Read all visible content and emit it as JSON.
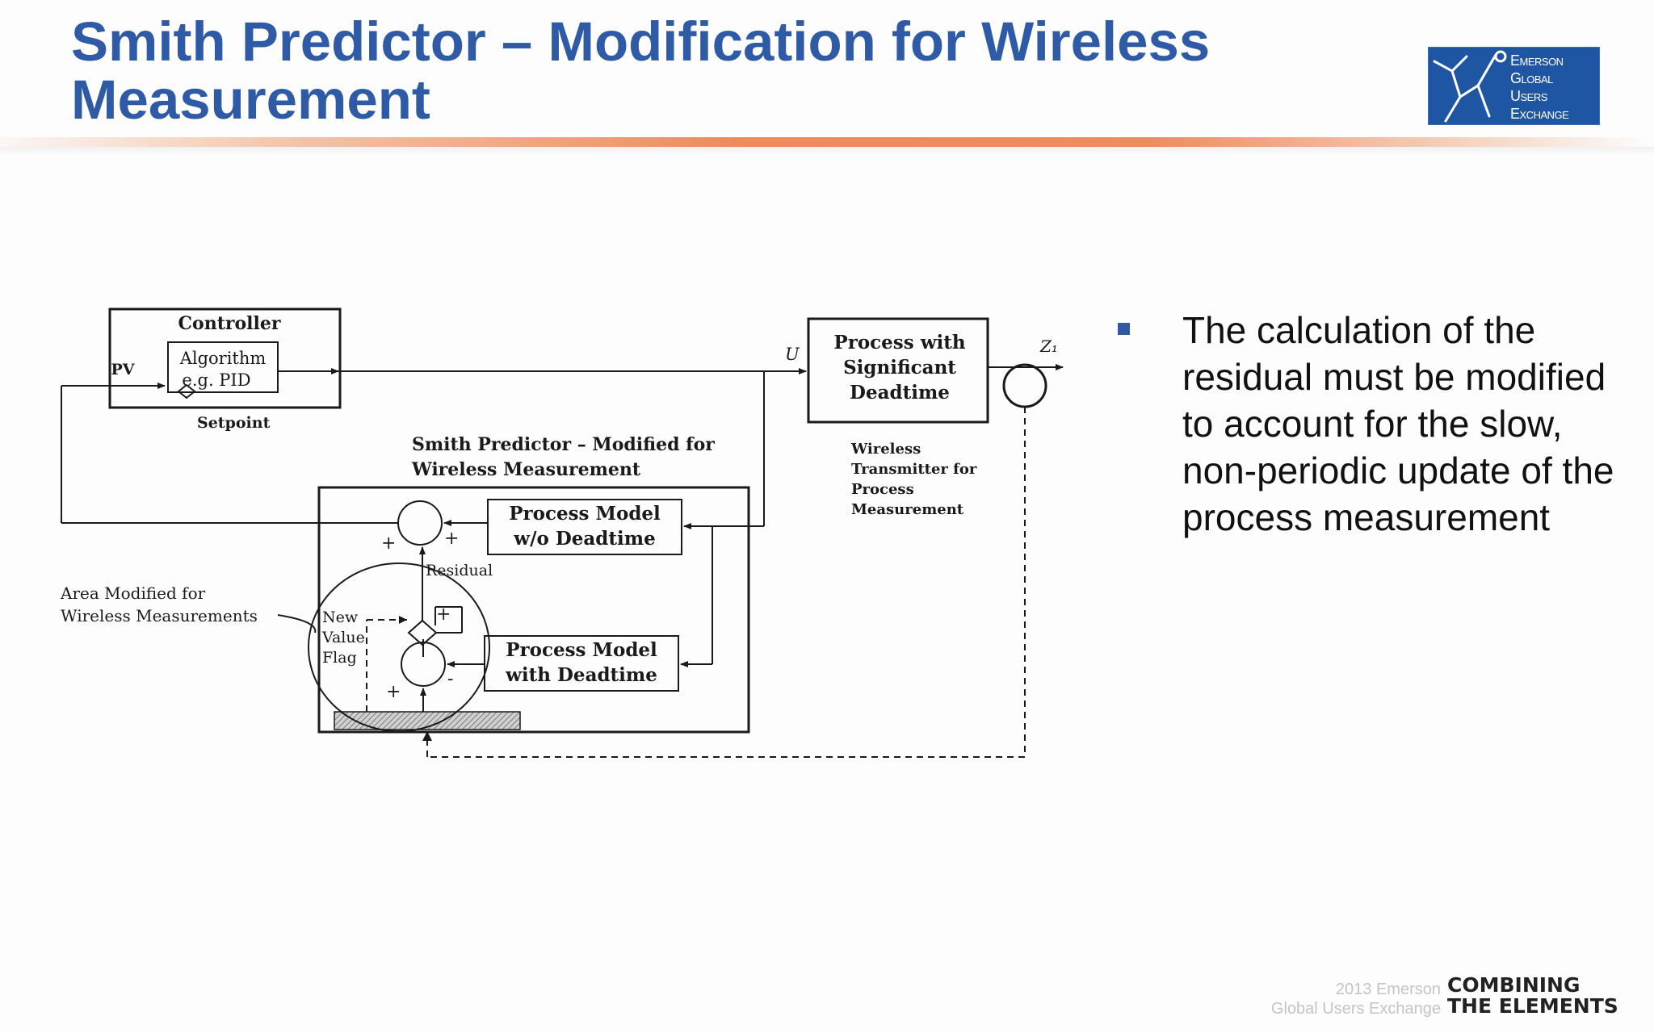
{
  "title": {
    "line1": "Smith Predictor – Modification for Wireless",
    "line2": "Measurement"
  },
  "logo": {
    "line1": "Emerson",
    "line2": "Global",
    "line3": "Users",
    "line4": "Exchange"
  },
  "bullet": {
    "text": "The calculation of the residual must be modified to account for the slow, non-periodic update of the process measurement"
  },
  "diagram": {
    "controller_title": "Controller",
    "pv_label": "PV",
    "algorithm_line1": "Algorithm",
    "algorithm_line2": "e.g. PID",
    "setpoint_label": "Setpoint",
    "u_label": "U",
    "process_line1": "Process with",
    "process_line2": "Significant",
    "process_line3": "Deadtime",
    "output_label": "Z₁",
    "wireless_line1": "Wireless",
    "wireless_line2": "Transmitter for",
    "wireless_line3": "Process",
    "wireless_line4": "Measurement",
    "smith_title_line1": "Smith Predictor – Modified for",
    "smith_title_line2": "Wireless Measurement",
    "model_no_dt_line1": "Process Model",
    "model_no_dt_line2": "w/o Deadtime",
    "model_dt_line1": "Process Model",
    "model_dt_line2": "with Deadtime",
    "residual_label": "Residual",
    "area_line1": "Area Modified for",
    "area_line2": "Wireless Measurements",
    "flag_line1": "New",
    "flag_line2": "Value",
    "flag_line3": "Flag",
    "plus_sign": "+",
    "minus_sign": "-"
  },
  "footer": {
    "small_line1": "2013 Emerson",
    "small_line2": "Global Users Exchange",
    "brand_line1": "COMBINING",
    "brand_line2": "THE ELEMENTS"
  },
  "colors": {
    "title_blue": "#2f5aa6",
    "logo_blue": "#1f56a4",
    "accent_orange": "#ee8a5c"
  }
}
